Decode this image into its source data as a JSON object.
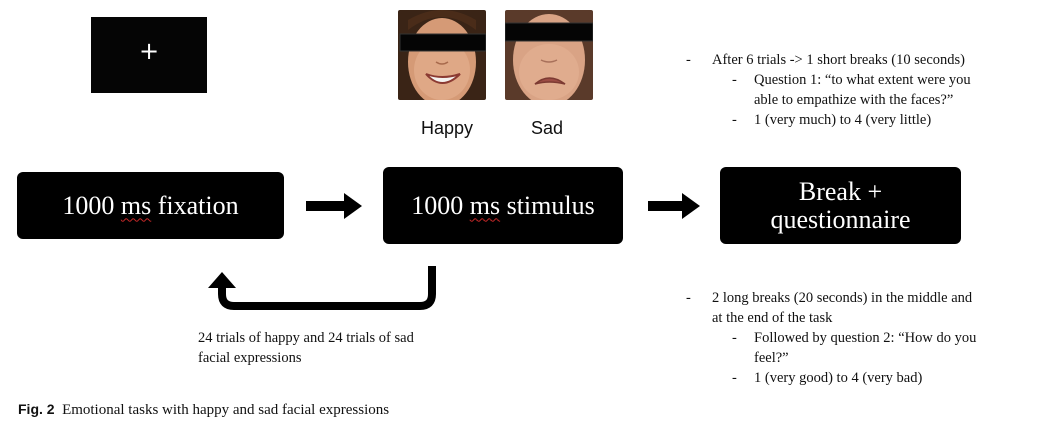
{
  "fixation_screen": {
    "symbol": "+"
  },
  "faces": [
    {
      "label": "Happy",
      "expression": "happy"
    },
    {
      "label": "Sad",
      "expression": "sad"
    }
  ],
  "boxes": {
    "fixation": {
      "duration": "1000",
      "unit": "ms",
      "text": "fixation"
    },
    "stimulus": {
      "duration": "1000",
      "unit": "ms",
      "text": "stimulus"
    },
    "break": {
      "line1": "Break +",
      "line2": "questionnaire"
    }
  },
  "loop_text": {
    "line1": "24 trials of happy and 24 trials of sad",
    "line2": "facial expressions"
  },
  "notes_top": {
    "bullet": "After 6 trials -> 1 short breaks (10 seconds)",
    "sub1_line1": "Question 1: “to what extent were you",
    "sub1_line2": "able to empathize with the faces?”",
    "sub2": "1 (very much) to 4 (very little)"
  },
  "notes_bottom": {
    "bullet_line1": "2 long breaks (20 seconds) in the middle and",
    "bullet_line2": "at the end of the task",
    "sub1_line1": "Followed by question 2: “How do you",
    "sub1_line2": "feel?”",
    "sub2": "1 (very good) to 4 (very bad)"
  },
  "dash_symbol": "-",
  "caption": {
    "label": "Fig. 2",
    "text": "Emotional tasks with happy and sad facial expressions"
  },
  "colors": {
    "box": "#000000",
    "box_text": "#ffffff",
    "spell_underline": "#c62828"
  }
}
